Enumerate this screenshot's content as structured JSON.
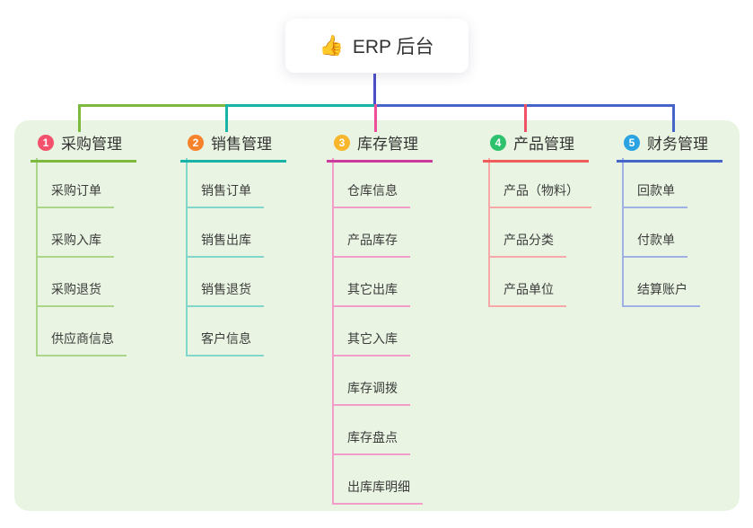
{
  "root": {
    "icon": "👍",
    "label": "ERP 后台"
  },
  "colors": {
    "panel_bg": "#e9f5e2",
    "root_line": "#4b4fc8",
    "text": "#333333"
  },
  "branches": [
    {
      "index": "1",
      "label": "采购管理",
      "badge_color": "#f4516c",
      "line_color": "#7cba3f",
      "drop_color": "#7cba3f",
      "child_line_color": "#abd589",
      "children": [
        "采购订单",
        "采购入库",
        "采购退货",
        "供应商信息"
      ]
    },
    {
      "index": "2",
      "label": "销售管理",
      "badge_color": "#f8822c",
      "line_color": "#16b3a6",
      "drop_color": "#16b3a6",
      "child_line_color": "#82d7cd",
      "children": [
        "销售订单",
        "销售出库",
        "销售退货",
        "客户信息"
      ]
    },
    {
      "index": "3",
      "label": "库存管理",
      "badge_color": "#f8b62c",
      "line_color": "#cb3a9d",
      "drop_color": "#ee4d9a",
      "child_line_color": "#f29cc9",
      "children": [
        "仓库信息",
        "产品库存",
        "其它出库",
        "其它入库",
        "库存调拨",
        "库存盘点",
        "出库库明细"
      ]
    },
    {
      "index": "4",
      "label": "产品管理",
      "badge_color": "#2ec26e",
      "line_color": "#f05c5c",
      "drop_color": "#ef5165",
      "child_line_color": "#f7a8a8",
      "children": [
        "产品（物料）",
        "产品分类",
        "产品单位"
      ]
    },
    {
      "index": "5",
      "label": "财务管理",
      "badge_color": "#2ba3e3",
      "line_color": "#4565c8",
      "drop_color": "#4565c8",
      "child_line_color": "#9fb0e4",
      "children": [
        "回款单",
        "付款单",
        "结算账户"
      ]
    }
  ]
}
